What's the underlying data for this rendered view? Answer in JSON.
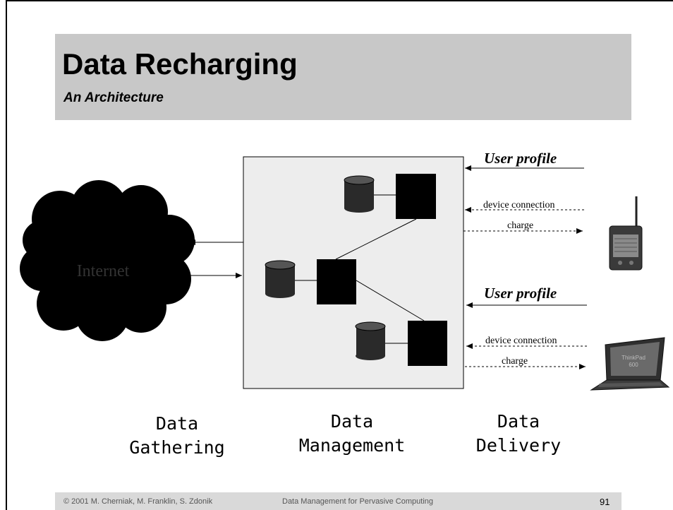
{
  "title": "Data Recharging",
  "subtitle": "An Architecture",
  "diagram": {
    "internet_label": "Internet",
    "top_channel": {
      "user_profile": "User profile",
      "device_connection": "device connection",
      "charge": "charge"
    },
    "bottom_channel": {
      "user_profile": "User profile",
      "device_connection": "device connection",
      "charge": "charge"
    },
    "columns": {
      "gathering": {
        "line1": "Data",
        "line2": "Gathering"
      },
      "management": {
        "line1": "Data",
        "line2": "Management"
      },
      "delivery": {
        "line1": "Data",
        "line2": "Delivery"
      }
    }
  },
  "footer": {
    "copyright": "© 2001 M. Cherniak, M. Franklin, S. Zdonik",
    "course": "Data Management for Pervasive Computing",
    "page": "91"
  },
  "colors": {
    "title_band": "#c8c8c8",
    "footer_band": "#d9d9d9",
    "server_box": "#ededed",
    "node": "#000000",
    "database": "#2a2a2a"
  }
}
